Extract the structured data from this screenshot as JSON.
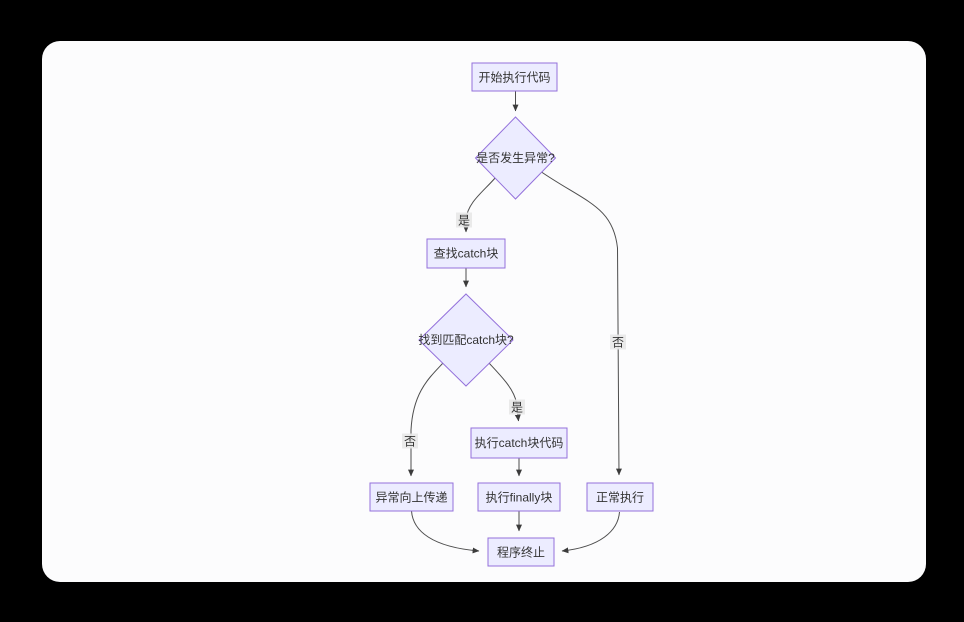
{
  "page": {
    "background_color": "#000000",
    "card_background_color": "#fcfcfd"
  },
  "diagram": {
    "type": "flowchart",
    "direction": "top-down",
    "theme_colors": {
      "node_fill": "#ECECFF",
      "node_border": "#9370DB",
      "edge_line": "#4d4d4d",
      "arrowhead": "#333333",
      "node_text": "#333333",
      "edge_label_text": "#333333",
      "edge_label_background": "#e8e8e8"
    },
    "nodes": [
      {
        "id": "start",
        "shape": "rect",
        "label": "开始执行代码"
      },
      {
        "id": "has-exception",
        "shape": "diamond",
        "label": "是否发生异常?"
      },
      {
        "id": "find-catch",
        "shape": "rect",
        "label": "查找catch块"
      },
      {
        "id": "match-catch",
        "shape": "diamond",
        "label": "找到匹配catch块?"
      },
      {
        "id": "exec-catch",
        "shape": "rect",
        "label": "执行catch块代码"
      },
      {
        "id": "propagate-up",
        "shape": "rect",
        "label": "异常向上传递"
      },
      {
        "id": "exec-finally",
        "shape": "rect",
        "label": "执行finally块"
      },
      {
        "id": "normal-exec",
        "shape": "rect",
        "label": "正常执行"
      },
      {
        "id": "terminate",
        "shape": "rect",
        "label": "程序终止"
      }
    ],
    "edges": [
      {
        "from": "start",
        "to": "has-exception",
        "label": ""
      },
      {
        "from": "has-exception",
        "to": "find-catch",
        "label": "是"
      },
      {
        "from": "has-exception",
        "to": "normal-exec",
        "label": "否"
      },
      {
        "from": "find-catch",
        "to": "match-catch",
        "label": ""
      },
      {
        "from": "match-catch",
        "to": "exec-catch",
        "label": "是"
      },
      {
        "from": "match-catch",
        "to": "propagate-up",
        "label": "否"
      },
      {
        "from": "exec-catch",
        "to": "exec-finally",
        "label": ""
      },
      {
        "from": "propagate-up",
        "to": "terminate",
        "label": ""
      },
      {
        "from": "exec-finally",
        "to": "terminate",
        "label": ""
      },
      {
        "from": "normal-exec",
        "to": "terminate",
        "label": ""
      }
    ]
  }
}
